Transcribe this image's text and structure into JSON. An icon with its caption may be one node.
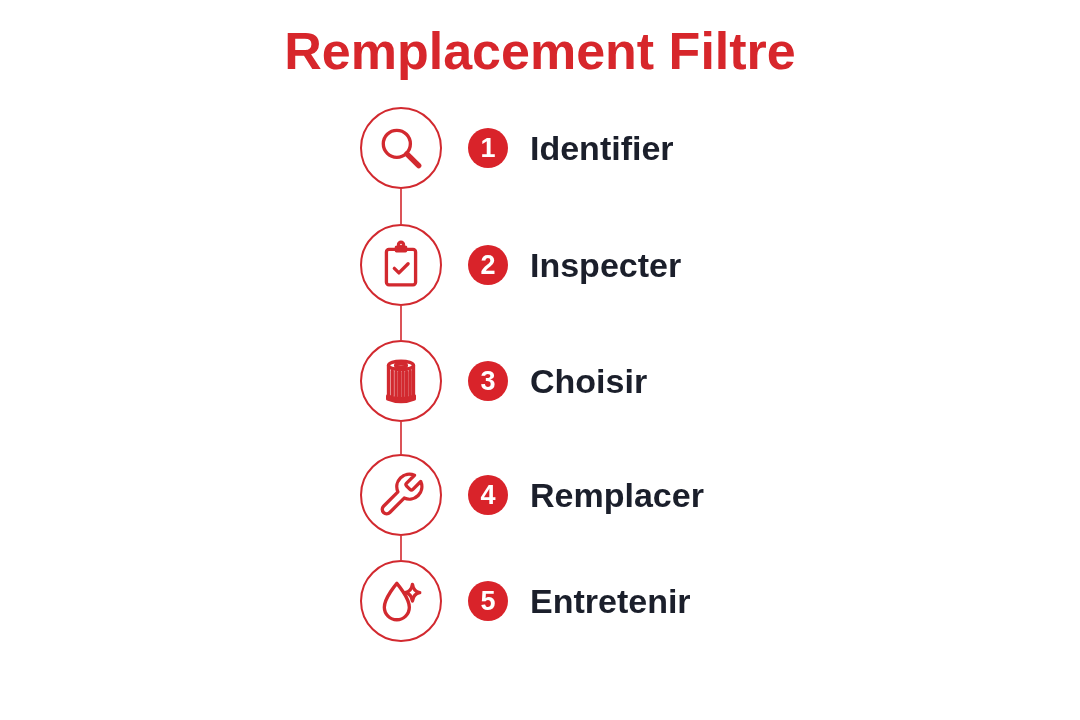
{
  "diagram": {
    "title": "Remplacement Filtre",
    "nodes": [
      {
        "text": [],
        "shape": "circle"
      },
      {
        "text": [
          "1"
        ],
        "beside": [
          "Identifier"
        ]
      },
      {
        "text": [],
        "shape": "circle"
      },
      {
        "text": [
          "2"
        ],
        "beside": [
          "Inspecter"
        ]
      },
      {
        "text": [],
        "shape": "circle"
      },
      {
        "text": [
          "3"
        ],
        "beside": [
          "Choisir"
        ]
      },
      {
        "text": [],
        "shape": "circle"
      },
      {
        "text": [
          "4"
        ],
        "beside": [
          "Remplacer"
        ]
      },
      {
        "text": [],
        "shape": "circle"
      },
      {
        "text": [
          "5"
        ],
        "beside": [
          "Entretenir"
        ]
      }
    ],
    "edges": [
      {
        "from": 0,
        "to": 2,
        "arrow": "none"
      },
      {
        "from": 2,
        "to": 4,
        "arrow": "none"
      },
      {
        "from": 4,
        "to": 6,
        "arrow": "none"
      },
      {
        "from": 6,
        "to": 8,
        "arrow": "none"
      }
    ]
  }
}
